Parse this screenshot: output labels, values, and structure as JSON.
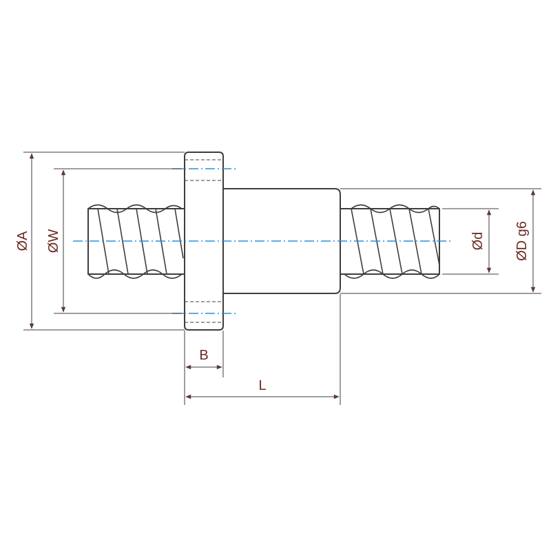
{
  "labels": {
    "dia_a": "ØA",
    "dia_w": "ØW",
    "dia_d": "Ød",
    "dia_dg6": "ØD g6",
    "flange_b": "B",
    "length_l": "L"
  },
  "colors": {
    "outline": "#3d3d3d",
    "centerline": "#2a8fd6",
    "dimension": "#6b2a22",
    "arrow": "#5c3b33"
  }
}
